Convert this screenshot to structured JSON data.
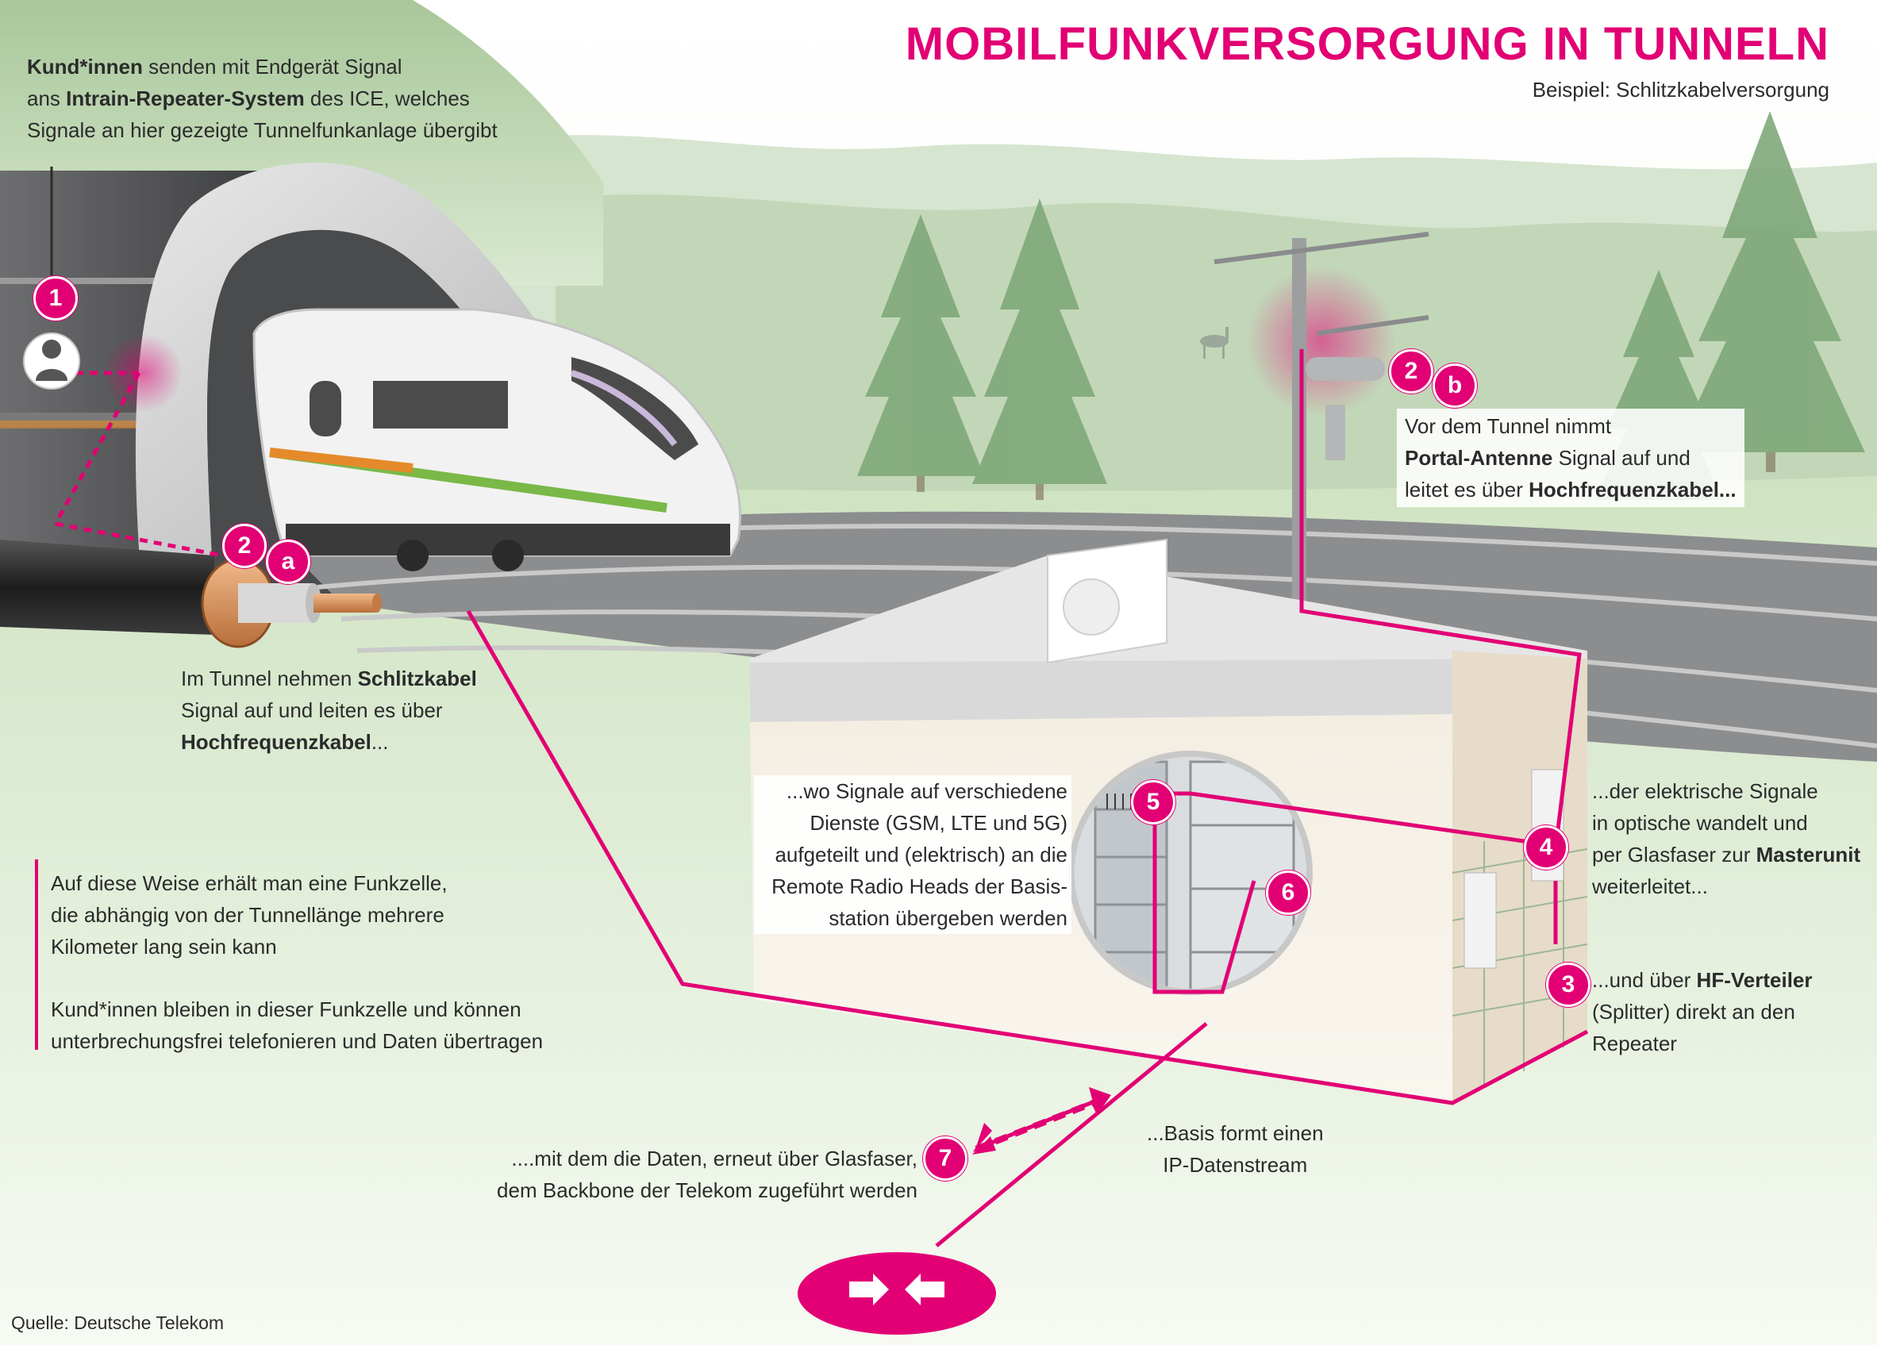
{
  "header": {
    "title": "MOBILFUNKVERSORGUNG IN TUNNELN",
    "subtitle": "Beispiel: Schlitzkabelversorgung"
  },
  "steps": {
    "s1": {
      "badge": "1",
      "bold1": "Kund*innen",
      "t1": " senden mit Endgerät Signal",
      "t2": "ans ",
      "bold2": "Intrain-Repeater-System",
      "t3": " des ICE, welches",
      "t4": "Signale an hier gezeigte Tunnelfunkanlage übergibt"
    },
    "s2a": {
      "badge_num": "2",
      "badge_letter": "a",
      "t1": "Im Tunnel nehmen ",
      "bold1": "Schlitzkabel",
      "t2": "Signal auf und leiten es über",
      "bold2": "Hochfrequenzkabel",
      "t3": "..."
    },
    "s2b": {
      "badge_num": "2",
      "badge_letter": "b",
      "t1": "Vor dem Tunnel nimmt",
      "bold1": "Portal-Antenne",
      "t2": " Signal auf und",
      "t3": "leitet es über ",
      "bold2": "Hochfrequenzkabel..."
    },
    "s3": {
      "badge": "3",
      "t1": "...und über ",
      "bold1": "HF-Verteiler",
      "t2": "(Splitter) direkt an den",
      "t3": "Repeater"
    },
    "s4": {
      "badge": "4",
      "t1": "...der elektrische Signale",
      "t2": "in optische wandelt und",
      "t3": "per Glasfaser zur ",
      "bold1": "Masterunit",
      "t4": "weiterleitet..."
    },
    "s5": {
      "badge": "5",
      "t1": "...wo Signale auf verschiedene",
      "t2": "Dienste (GSM, LTE und 5G)",
      "t3": "aufgeteilt und (elektrisch) an die",
      "t4": "Remote Radio Heads der Basis-",
      "t5": "station übergeben werden"
    },
    "s6": {
      "badge": "6",
      "t1": "...Basis formt einen",
      "t2": "IP-Datenstream"
    },
    "s7": {
      "badge": "7",
      "t1": "....mit dem die Daten, erneut über Glasfaser,",
      "t2": "dem  Backbone der Telekom  zugeführt werden"
    }
  },
  "note": {
    "p1_l1": "Auf diese Weise erhält man eine Funkzelle,",
    "p1_l2": "die abhängig von der Tunnellänge mehrere",
    "p1_l3": "Kilometer lang sein kann",
    "p2_l1": "Kund*innen bleiben in dieser Funkzelle und können",
    "p2_l2": "unterbrechungsfrei telefonieren und Daten übertragen"
  },
  "footer": {
    "source": "Quelle: Deutsche Telekom"
  },
  "colors": {
    "accent": "#e20074",
    "text": "#2b2b2b",
    "forest": "#7fa87a",
    "sky": "#ffffff"
  }
}
